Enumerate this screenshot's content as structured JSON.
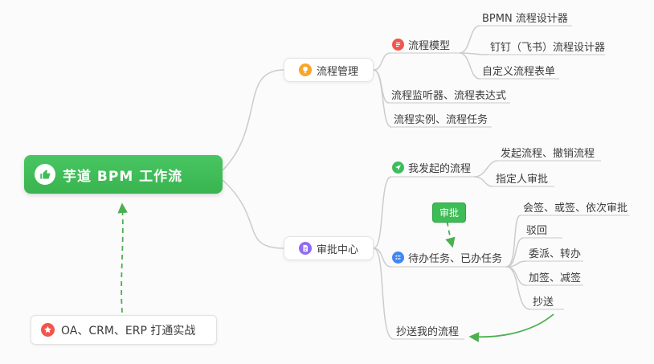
{
  "diagram": {
    "type": "mindmap"
  },
  "root_node": {
    "label": "芋道 BPM 工作流"
  },
  "note_node": {
    "label": "OA、CRM、ERP 打通实战"
  },
  "relationship": {
    "approval_label": "审批"
  },
  "topics": {
    "process_mgmt": "流程管理",
    "process_model": "流程模型",
    "bpmn_designer": "BPMN 流程设计器",
    "dingtalk_designer": "钉钉（飞书）流程设计器",
    "custom_form": "自定义流程表单",
    "listener_expression": "流程监听器、流程表达式",
    "instance_task": "流程实例、流程任务",
    "approval_center": "审批中心",
    "my_initiated": "我发起的流程",
    "initiate_cancel": "发起流程、撤销流程",
    "assignee_approval": "指定人审批",
    "todo_done": "待办任务、已办任务",
    "countersign": "会签、或签、依次审批",
    "reject": "驳回",
    "delegate_transfer": "委派、转办",
    "add_reduce_sign": "加签、减签",
    "cc": "抄送",
    "cc_my_process": "抄送我的流程"
  },
  "colors": {
    "root_green": "#3EBC55",
    "badge_green": "#3EBC55",
    "relation_green": "#4CAF50",
    "icon_orange": "#F7A62C",
    "icon_red": "#F0564E",
    "icon_purple": "#8F6BF6",
    "icon_green": "#3DBD5B",
    "icon_blue": "#3E87F5",
    "connector_gray": "#CCCCCC",
    "text": "#3C3C3C"
  }
}
